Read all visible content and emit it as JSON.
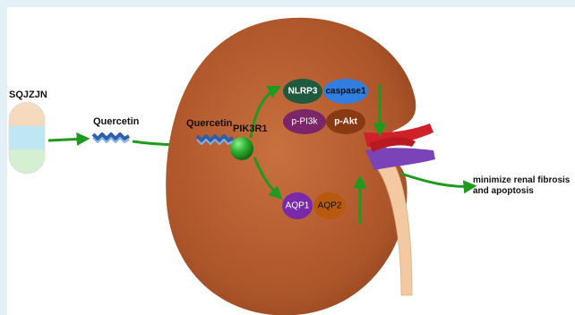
{
  "source_label": "SQJZJN",
  "compound_label_left": "Quercetin",
  "compound_label_kidney": "Quercetin",
  "target_label": "PIK3R1",
  "proteins": {
    "nlrp3": "NLRP3",
    "caspase1": "caspase1",
    "ppi3k": "p-PI3k",
    "pakt": "p-Akt",
    "aqp1": "AQP1",
    "aqp2": "AQP2"
  },
  "outcome_label": "minimize renal fibrosis and apoptosis",
  "colors": {
    "kidney": "#b25a2e",
    "arrow": "#1f9a1f",
    "pik3r1_ball": "#2fb12f",
    "nlrp3": "#1d5a3e",
    "caspase1": "#2f7ee0",
    "ppi3k": "#7c2568",
    "pakt": "#8a3a12",
    "aqp1": "#7a2aa8",
    "aqp2": "#b8590e",
    "artery": "#d0202a",
    "vein": "#7b43b8",
    "ureter": "#f2c9a0"
  },
  "icons": [
    "capsule-icon",
    "quercetin-molecule-icon",
    "kidney-icon"
  ]
}
